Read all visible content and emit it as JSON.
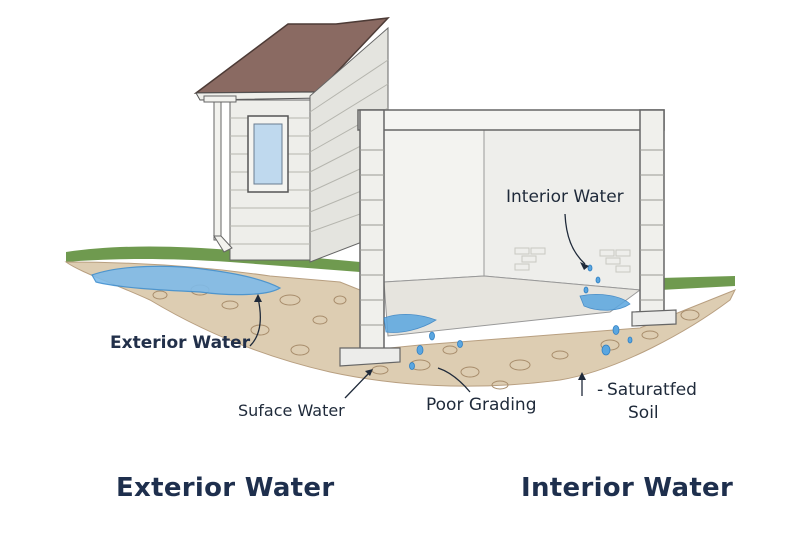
{
  "labels": {
    "interior_water": "Interior Water",
    "exterior_water": "Exterior Water",
    "surface_water": "Suface Water",
    "poor_grading": "Poor Grading",
    "saturated_soil_line1": "Saturatfed",
    "saturated_soil_line2": "Soil",
    "saturated_dash": "-"
  },
  "captions": {
    "left": "Exterior Water",
    "right": "Interior Water"
  },
  "colors": {
    "roof": "#8a6a62",
    "siding": "#eeeeea",
    "wall": "#f2f2ef",
    "soil": "#d9c7ad",
    "grass": "#6f9a4f",
    "water": "#5aa6e0",
    "ink": "#1f2a3a"
  }
}
